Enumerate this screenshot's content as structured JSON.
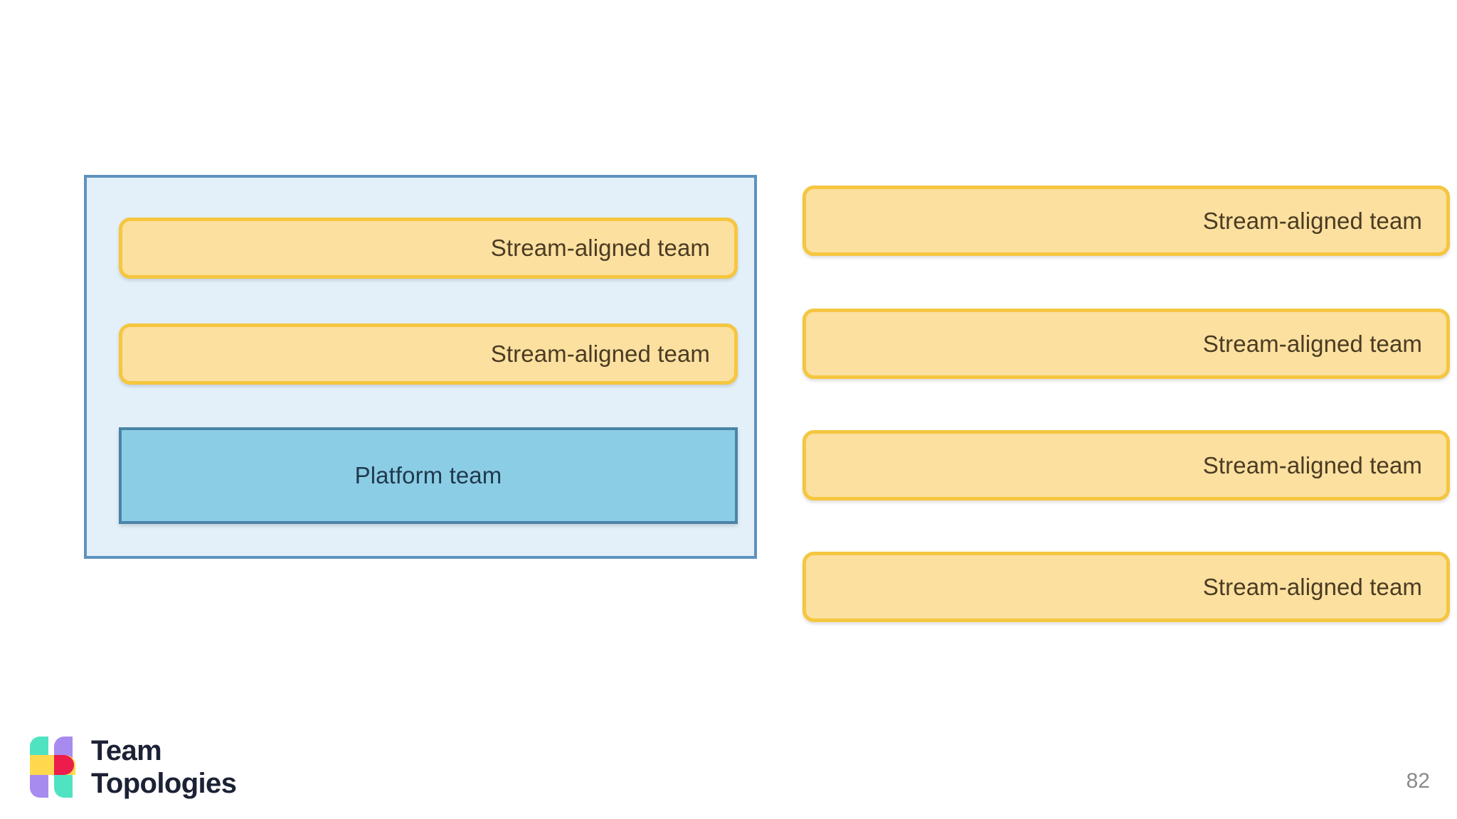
{
  "slide": {
    "page_number": "82",
    "background_color": "#FFFFFF"
  },
  "palette": {
    "stream_fill": "#FCE0A0",
    "stream_border": "#F5C63F",
    "stream_text": "#4A3B22",
    "platform_fill": "#8CCDE6",
    "platform_border": "#4A83A8",
    "platform_text": "#1F3A4D",
    "container_fill": "#E3F0FA",
    "container_border": "#5E92BE",
    "logo_navy": "#1C2235",
    "logo_teal": "#4FE3C1",
    "logo_purple": "#A78BEF",
    "logo_yellow": "#FFD84D",
    "logo_crimson": "#EC1C4B",
    "page_number_color": "#8A8A8A"
  },
  "left_group": {
    "name": "grouped-teams-container",
    "boxes": [
      {
        "label": "Stream-aligned team",
        "type": "stream-aligned"
      },
      {
        "label": "Stream-aligned team",
        "type": "stream-aligned"
      },
      {
        "label": "Platform team",
        "type": "platform"
      }
    ]
  },
  "right_group": {
    "name": "independent-stream-aligned-teams",
    "boxes": [
      {
        "label": "Stream-aligned team",
        "type": "stream-aligned"
      },
      {
        "label": "Stream-aligned team",
        "type": "stream-aligned"
      },
      {
        "label": "Stream-aligned team",
        "type": "stream-aligned"
      },
      {
        "label": "Stream-aligned team",
        "type": "stream-aligned"
      }
    ]
  },
  "logo": {
    "line1": "Team",
    "line2": "Topologies",
    "mark_name": "team-topologies-mark"
  }
}
